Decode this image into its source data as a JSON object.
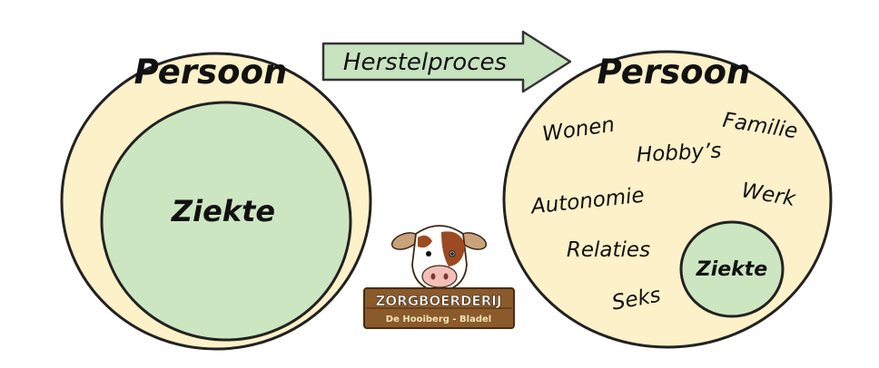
{
  "left_diagram": {
    "outer_label": "Persoon",
    "inner_label": "Ziekte"
  },
  "arrow": {
    "label": "Herstelproces"
  },
  "right_diagram": {
    "outer_label": "Persoon",
    "life_domains": [
      "Wonen",
      "Familie",
      "Hobby’s",
      "Autonomie",
      "Werk",
      "Relaties",
      "Seks"
    ],
    "inner_label": "Ziekte"
  },
  "logo": {
    "name_line": "ZORGBOERDERIJ",
    "location_line": "De Hooiberg - Bladel"
  },
  "colors": {
    "person_fill": "#fdf1c9",
    "illness_fill": "#cde6c2",
    "arrow_fill": "#c7e3bf",
    "outline": "#222222",
    "logo_wood": "#8a5a2b"
  }
}
